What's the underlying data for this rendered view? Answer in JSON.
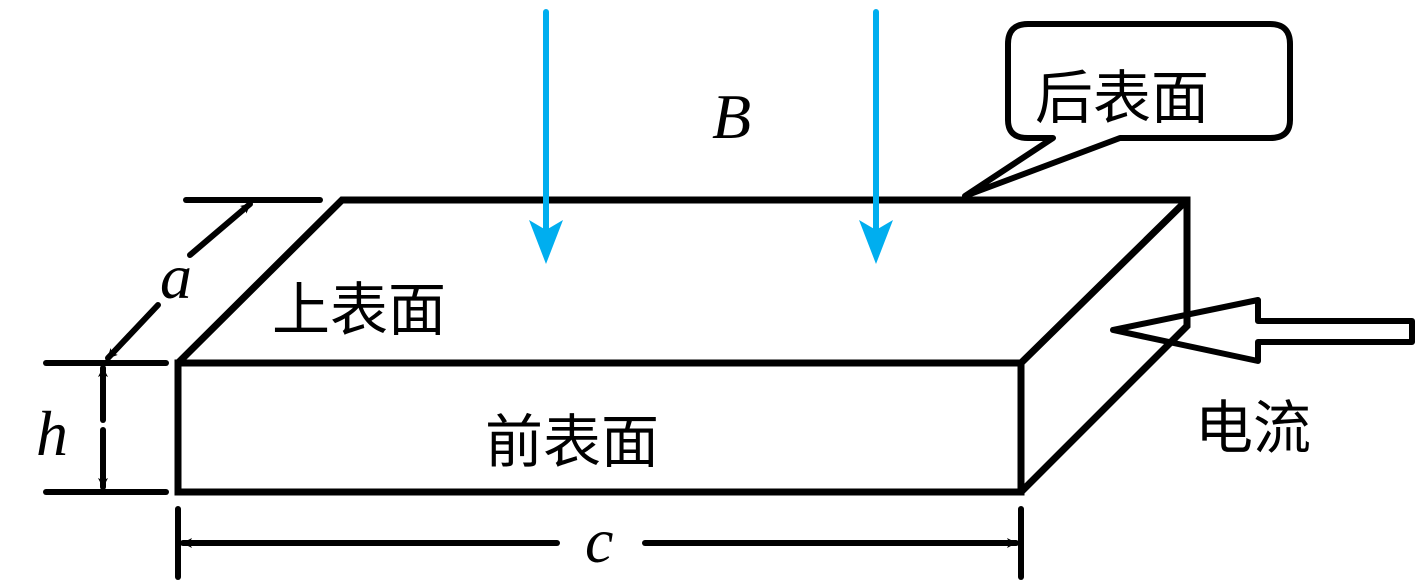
{
  "diagram": {
    "title": "Hall effect conductor block in magnetic field",
    "field_label": "B",
    "field_color": "#00AEEF",
    "surfaces": {
      "top": "上表面",
      "front": "前表面",
      "back": "后表面"
    },
    "current_label": "电流",
    "dimensions": {
      "depth": "a",
      "height": "h",
      "length": "c"
    }
  }
}
